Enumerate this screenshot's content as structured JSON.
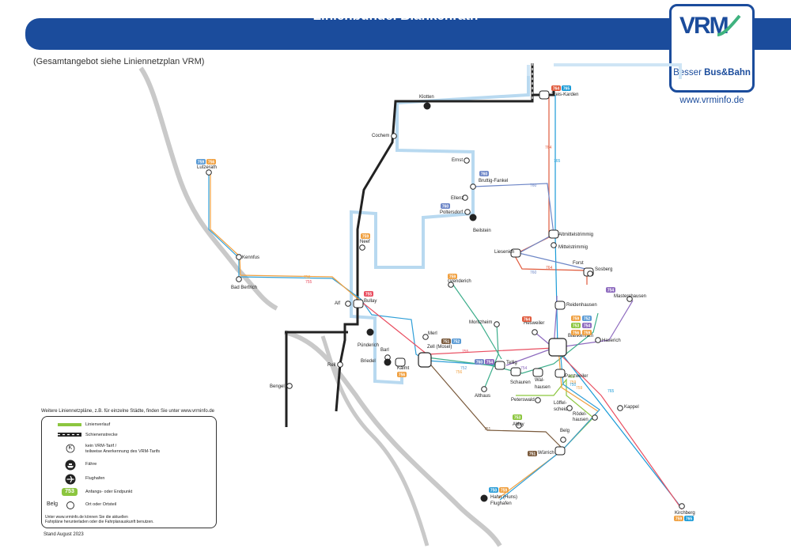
{
  "header": {
    "title": "Linienbündel Blankenrath",
    "subtitle": "(Gesamtangebot siehe Liniennetzplan VRM)"
  },
  "logo": {
    "mark": "VRM",
    "slogan_prefix": "Besser ",
    "slogan_bold": "Bus&Bahn",
    "url": "www.vrminfo.de"
  },
  "colors": {
    "brand_blue": "#1b4c9c",
    "rail": "#222222",
    "river": "#b8d9f0",
    "border": "#c9c9c9",
    "l751": "#7a5a3c",
    "l752": "#5b9bd5",
    "l753": "#8cc63f",
    "l754": "#8e6bbf",
    "l755": "#e94e60",
    "l756": "#f0a040",
    "l760": "#6e87c7",
    "l764": "#e05a3c",
    "l765": "#1a9bd7",
    "l759": "#f0a040",
    "l750": "#2f9fd8",
    "l729": "#e07050",
    "l728": "#6a59b4"
  },
  "stops": [
    {
      "name": "Klotten"
    },
    {
      "name": "Treis-Karden"
    },
    {
      "name": "Cochem"
    },
    {
      "name": "Ernst"
    },
    {
      "name": "Bruttig-Fankel"
    },
    {
      "name": "Ellenz"
    },
    {
      "name": "Poltersdorf"
    },
    {
      "name": "Beilstein"
    },
    {
      "name": "Lutzerath"
    },
    {
      "name": "Kennfus"
    },
    {
      "name": "Bad Bertrich"
    },
    {
      "name": "Alf"
    },
    {
      "name": "Neef"
    },
    {
      "name": "Bullay"
    },
    {
      "name": "Pünderich"
    },
    {
      "name": "Merl"
    },
    {
      "name": "Zell (Mosel)"
    },
    {
      "name": "Barl"
    },
    {
      "name": "Briedel"
    },
    {
      "name": "Kaimt"
    },
    {
      "name": "Reil"
    },
    {
      "name": "Bengel"
    },
    {
      "name": "Grenderich"
    },
    {
      "name": "Moritzheim"
    },
    {
      "name": "Tellig"
    },
    {
      "name": "Althaus"
    },
    {
      "name": "Hesweiler"
    },
    {
      "name": "Schauren"
    },
    {
      "name": "Wal-"
    },
    {
      "name": "hausen"
    },
    {
      "name": "Liesenich"
    },
    {
      "name": "Altmittelstrimmig"
    },
    {
      "name": "Mittelstrimmig"
    },
    {
      "name": "Forst"
    },
    {
      "name": "Mastershausen"
    },
    {
      "name": "Sosberg"
    },
    {
      "name": "Reidenhausen"
    },
    {
      "name": "Blankenrath"
    },
    {
      "name": "Haserich"
    },
    {
      "name": "Panzweiler"
    },
    {
      "name": "Peterswald"
    },
    {
      "name": "Löffel-"
    },
    {
      "name": "scheid"
    },
    {
      "name": "Rödel-"
    },
    {
      "name": "hausen"
    },
    {
      "name": "Kappel"
    },
    {
      "name": "Altlay"
    },
    {
      "name": "Belg"
    },
    {
      "name": "Würrich"
    },
    {
      "name": "Hahn (Huns)"
    },
    {
      "name": "Flughafen"
    },
    {
      "name": "Kirchberg"
    }
  ],
  "line_badges": [
    {
      "label": "764"
    },
    {
      "label": "765"
    },
    {
      "label": "759"
    },
    {
      "label": "756"
    },
    {
      "label": "760"
    },
    {
      "label": "760"
    },
    {
      "label": "759"
    },
    {
      "label": "755"
    },
    {
      "label": "759"
    },
    {
      "label": "764"
    },
    {
      "label": "756"
    },
    {
      "label": "754"
    },
    {
      "label": "751"
    },
    {
      "label": "752"
    },
    {
      "label": "760"
    },
    {
      "label": "754"
    },
    {
      "label": "759"
    },
    {
      "label": "752"
    },
    {
      "label": "753"
    },
    {
      "label": "754"
    },
    {
      "label": "756"
    },
    {
      "label": "759"
    },
    {
      "label": "753"
    },
    {
      "label": "751"
    },
    {
      "label": "750"
    },
    {
      "label": "759"
    },
    {
      "label": "759"
    },
    {
      "label": "765"
    }
  ],
  "segment_labels": [
    {
      "label": "764"
    },
    {
      "label": "765"
    },
    {
      "label": "760"
    },
    {
      "label": "756"
    },
    {
      "label": "755"
    },
    {
      "label": "764"
    },
    {
      "label": "760"
    },
    {
      "label": "755"
    },
    {
      "label": "752"
    },
    {
      "label": "756"
    },
    {
      "label": "751"
    },
    {
      "label": "754"
    },
    {
      "label": "759"
    },
    {
      "label": "753"
    },
    {
      "label": "750"
    },
    {
      "label": "765"
    },
    {
      "label": "759"
    }
  ],
  "legend": {
    "intro": "Weitere Liniennetzpläne, z.B. für einzelne Städte, finden Sie unter www.vrminfo.de",
    "line_route": "Linienverlauf",
    "rail": "Schienenstrecke",
    "k_note_1": "kein VRM-Tarif /",
    "k_note_2": "teilweise Anerkennung des VRM-Tarifs",
    "k_symbol": "K",
    "ferry": "Fähre",
    "airport": "Flughafen",
    "terminus_badge": "753",
    "terminus": "Anfangs- oder Endpunkt",
    "stop_example": "Belg",
    "stop": "Ort oder Ortsteil",
    "note_1": "Unter www.vrminfo.de können Sie die aktuellen",
    "note_2": "Fahrpläne herunterladen oder die Fahrplanauskunft benutzen."
  },
  "footer": {
    "stand": "Stand August 2023"
  }
}
